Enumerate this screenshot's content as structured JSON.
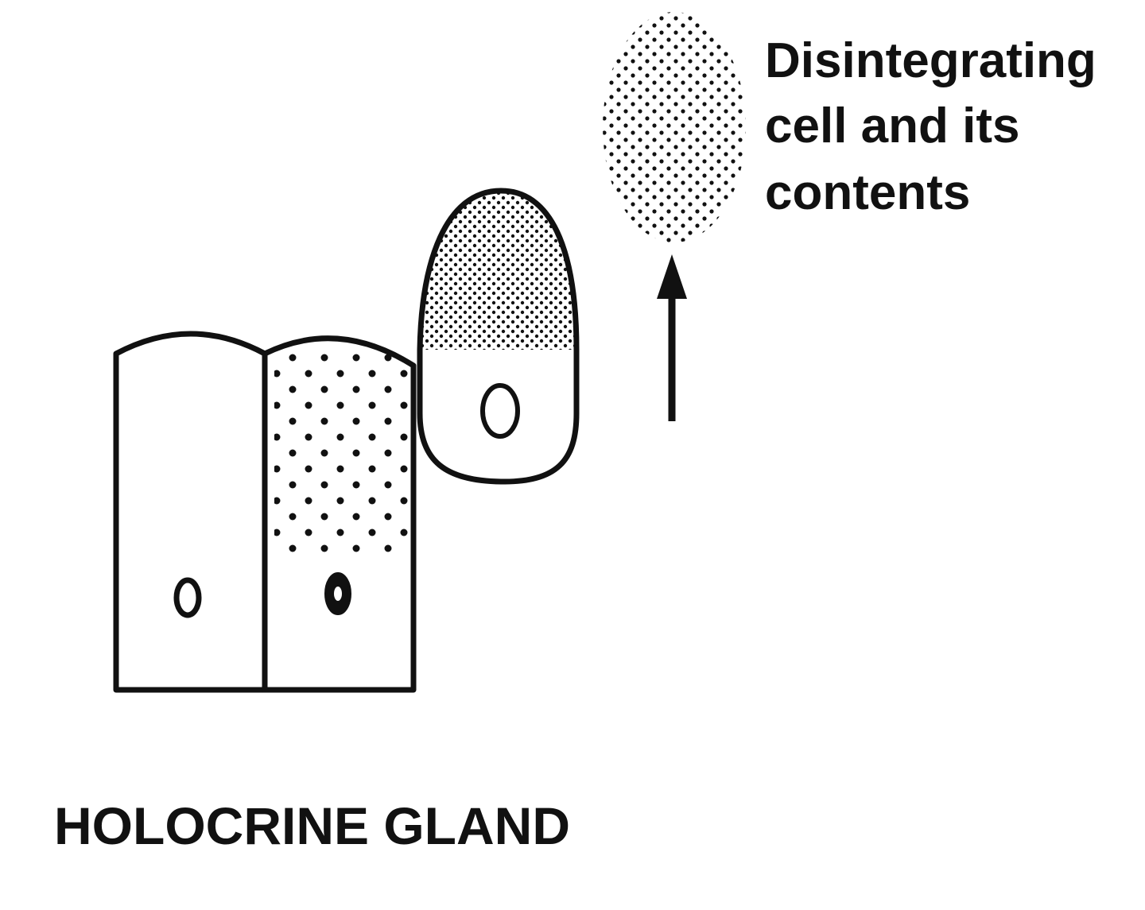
{
  "title": "HOLOCRINE GLAND",
  "label": {
    "lines": [
      "Disintegrating",
      "cell and its",
      "contents"
    ]
  },
  "colors": {
    "ink": "#111111",
    "background": "#ffffff"
  }
}
